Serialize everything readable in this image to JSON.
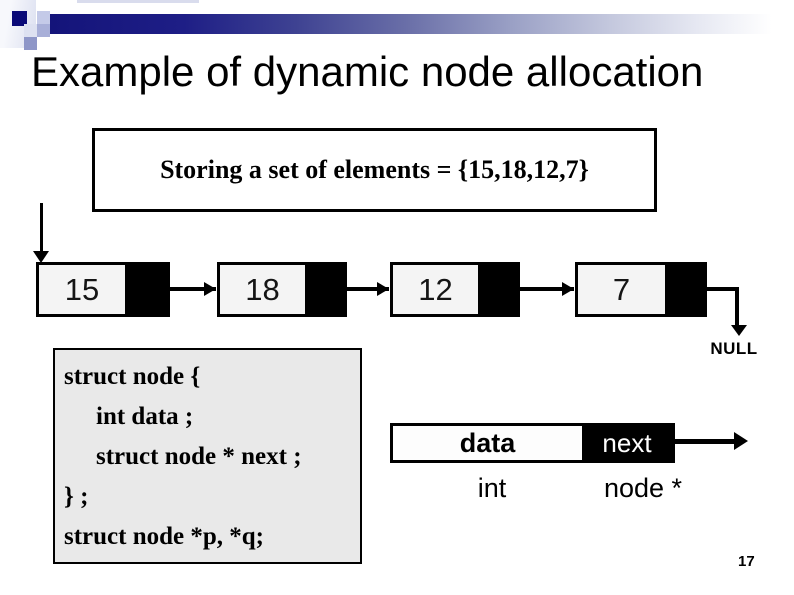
{
  "slide": {
    "title": "Example of dynamic node allocation",
    "page_number": "17"
  },
  "set_box": {
    "text": "Storing a set of elements = {15,18,12,7}"
  },
  "linked_list": {
    "nodes": [
      {
        "value": "15"
      },
      {
        "value": "18"
      },
      {
        "value": "12"
      },
      {
        "value": "7"
      }
    ],
    "terminator_label": "NULL"
  },
  "code_box": {
    "lines": [
      "struct node {",
      "int data ;",
      "struct node * next ;",
      "} ;",
      "struct node *p, *q;"
    ]
  },
  "field_diagram": {
    "data_label": "data",
    "next_label": "next",
    "data_type": "int",
    "next_type": "node *"
  },
  "colors": {
    "accent_navy": "#0a0a78",
    "node_fill": "#f4f4f4",
    "code_box_bg": "#e9e9e9",
    "pointer_black": "#000000"
  }
}
